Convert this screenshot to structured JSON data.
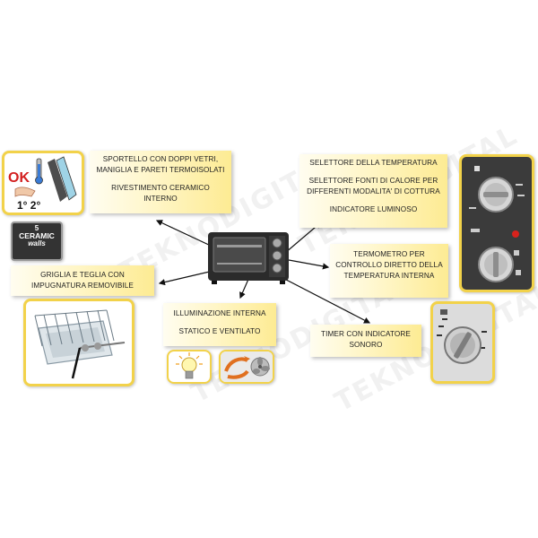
{
  "callouts": {
    "door": [
      "SPORTELLO CON DOPPI VETRI, MANIGLIA E PARETI TERMOISOLATI",
      "RIVESTIMENTO CERAMICO INTERNO"
    ],
    "temp": [
      "SELETTORE DELLA TEMPERATURA",
      "SELETTORE FONTI DI CALORE PER DIFFERENTI MODALITA' DI COTTURA",
      "INDICATORE LUMINOSO"
    ],
    "grill": [
      "GRIGLIA E TEGLIA CON IMPUGNATURA REMOVIBILE"
    ],
    "thermo": [
      "TERMOMETRO PER CONTROLLO DIRETTO DELLA TEMPERATURA INTERNA"
    ],
    "light": [
      "ILLUMINAZIONE INTERNA",
      "STATICO E VENTILATO"
    ],
    "timer": [
      "TIMER CON INDICATORE SONORO"
    ]
  },
  "badges": {
    "ok": "OK",
    "steps": "1° 2°",
    "ceramic_num": "5",
    "ceramic_word": "CERAMIC",
    "ceramic_walls": "walls"
  },
  "watermark": "TEKNODIGITAL",
  "colors": {
    "callout_yellow": "#fdeb93",
    "frame_yellow": "#f2d24a",
    "oven_body": "#2b2b2b",
    "indicator_red": "#d9221c"
  },
  "icons": [
    "door-insulation-icon",
    "ceramic-walls-badge",
    "oven-icon",
    "temperature-knob-icon",
    "grill-tray-icon",
    "light-bulb-icon",
    "fan-ventilation-icon",
    "timer-knob-icon"
  ]
}
